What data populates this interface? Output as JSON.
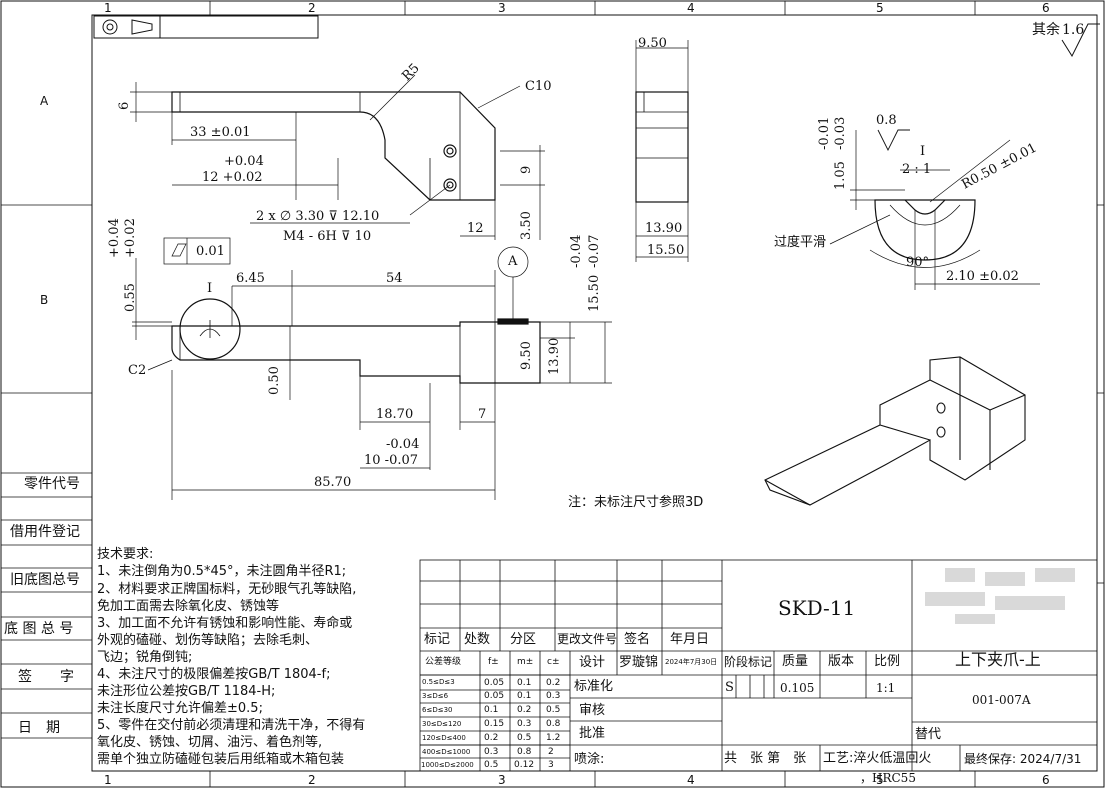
{
  "border": {
    "top_numbers": [
      "1",
      "2",
      "3",
      "4",
      "5",
      "6"
    ],
    "bottom_numbers": [
      "1",
      "2",
      "3",
      "4",
      "5",
      "6"
    ],
    "left_letters": [
      "A",
      "B"
    ]
  },
  "roughness_other": "其余",
  "roughness_other_value": "1.6",
  "side_labels": [
    "零件代号",
    "借用件登记",
    "旧底图总号",
    "底 图 总 号",
    "签　　字",
    "日　期"
  ],
  "dims": {
    "r5": "R5",
    "c10": "C10",
    "d6": "6",
    "d33": "33 ±0.01",
    "d12_tol_upper": "+0.04",
    "d12_tol": "12 +0.02",
    "d9": "9",
    "d3_50": "3.50",
    "d12": "12",
    "holes": "2 x ∅ 3.30 ⊽ 12.10",
    "thread": "M4 - 6H ⊽ 10",
    "d9_50_top": "9.50",
    "d13_90_top": "13.90",
    "d15_50_top": "15.50",
    "d15_50_tol_a": "-0.04",
    "d15_50_tol_b": "-0.07",
    "d15_50_side": "15.50",
    "flatness_value": "0.01",
    "d0_55_tol_a": "+0.04",
    "d0_55_tol_b": "+0.02",
    "d0_55": "0.55",
    "detail_i": "I",
    "d6_45": "6.45",
    "d54": "54",
    "datum_a": "A",
    "d9_50_side": "9.50",
    "d13_90_side": "13.90",
    "c2": "C2",
    "d0_50": "0.50",
    "d18_70": "18.70",
    "d7": "7",
    "d10_tol_upper": "-0.04",
    "d10_tol": "10 -0.07",
    "d85_70": "85.70",
    "det_tol_a": "-0.01",
    "det_tol_b": "-0.03",
    "det_1_05": "1.05",
    "det_ra": "0.8",
    "det_title": "I",
    "det_scale": "2 : 1",
    "det_r0_50": "R0.50 ±0.01",
    "det_transition": "过度平滑",
    "det_angle": "90°",
    "det_2_10": "2.10 ±0.02"
  },
  "note": "注：未标注尺寸参照3D",
  "tech_requirements": {
    "title": "技术要求:",
    "lines": [
      "1、未注倒角为0.5*45°，未注圆角半径R1;",
      "2、材料要求正牌国标料，无砂眼气孔等缺陷,",
      "    免加工面需去除氧化皮、锈蚀等",
      "3、加工面不允许有锈蚀和影响性能、寿命或",
      "    外观的磕碰、划伤等缺陷；去除毛刺、",
      "    飞边；锐角倒钝;",
      "4、未注尺寸的极限偏差按GB/T 1804-f;",
      "    未注形位公差按GB/T 1184-H;",
      "    未注长度尺寸允许偏差±0.5;",
      "5、零件在交付前必须清理和清洗干净，不得有",
      "    氧化皮、锈蚀、切屑、油污、着色剂等,",
      "    需单个独立防磕碰包装后用纸箱或木箱包装"
    ]
  },
  "tol_table": {
    "headers": [
      "公差等级",
      "f±",
      "m±",
      "c±"
    ],
    "rows": [
      [
        "0.5≤D≤3",
        "0.05",
        "0.1",
        "0.2"
      ],
      [
        "3≤D≤6",
        "0.05",
        "0.1",
        "0.3"
      ],
      [
        "6≤D≤30",
        "0.1",
        "0.2",
        "0.5"
      ],
      [
        "30≤D≤120",
        "0.15",
        "0.3",
        "0.8"
      ],
      [
        "120≤D≤400",
        "0.2",
        "0.5",
        "1.2"
      ],
      [
        "400≤D≤1000",
        "0.3",
        "0.8",
        "2"
      ],
      [
        "1000≤D≤2000",
        "0.5",
        "0.12",
        "3"
      ]
    ]
  },
  "title_block": {
    "rev_headers": [
      "标记",
      "处数",
      "分区",
      "更改文件号",
      "签名",
      "年月日"
    ],
    "material": "SKD-11",
    "design_label": "设计",
    "designer": "罗璇锦",
    "design_date": "2024年7月30日",
    "std_label": "标准化",
    "review_label": "审核",
    "approve_label": "批准",
    "paint_label": "喷涂:",
    "stage_label": "阶段标记",
    "mass_label": "质量",
    "version_label": "版本",
    "scale_label": "比例",
    "stage_value": "S",
    "mass_value": "0.105",
    "scale_value": "1:1",
    "sheets": "共　张 第　张",
    "process": "工艺:淬火低温回火",
    "hardness": "，HRC55",
    "part_name": "上下夹爪-上",
    "part_number": "001-007A",
    "replace_label": "替代",
    "last_saved": "最终保存: 2024/7/31"
  }
}
